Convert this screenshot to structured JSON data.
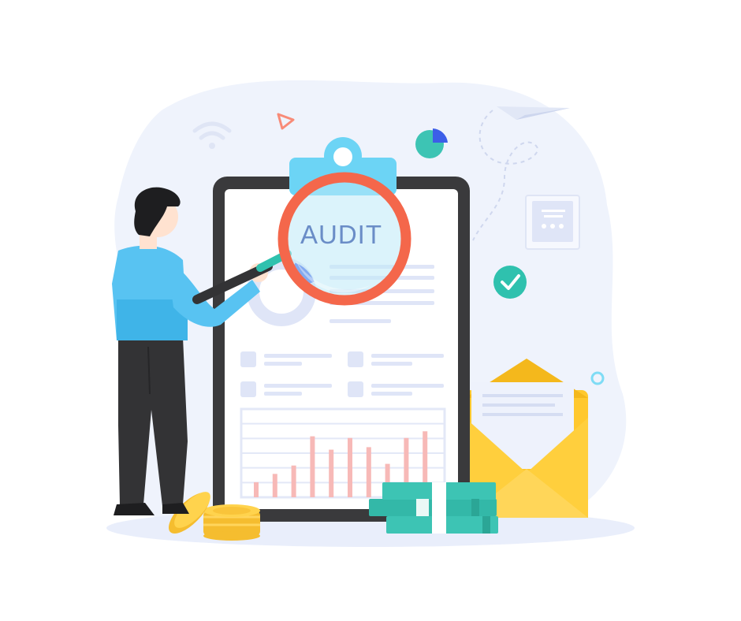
{
  "magnifier": {
    "label": "AUDIT"
  },
  "colors": {
    "blob": "#eff3fc",
    "board": "#3a3a3c",
    "paper": "#ffffff",
    "clip": "#6cd4f5",
    "lens_ring": "#f4674b",
    "placeholder": "#dfe5f7",
    "chart_bars": "#f7b9b7",
    "chart_grid": "#e3e8f7",
    "sweater": "#58c3f2",
    "pants": "#333335",
    "hair": "#1e1e20",
    "skin": "#ffe2d0",
    "money": "#3dc4b4",
    "coins": "#f9ca3f",
    "envelope": "#ffc82e",
    "check": "#2fc1ae"
  },
  "icons": [
    "wifi-icon",
    "triangle-icon",
    "pie-chart-icon",
    "paper-plane-icon",
    "chat-window-icon",
    "check-icon",
    "ring-icon"
  ],
  "clipboard_bars": [
    0.18,
    0.28,
    0.38,
    0.73,
    0.57,
    0.71,
    0.6,
    0.4,
    0.71,
    0.79
  ]
}
